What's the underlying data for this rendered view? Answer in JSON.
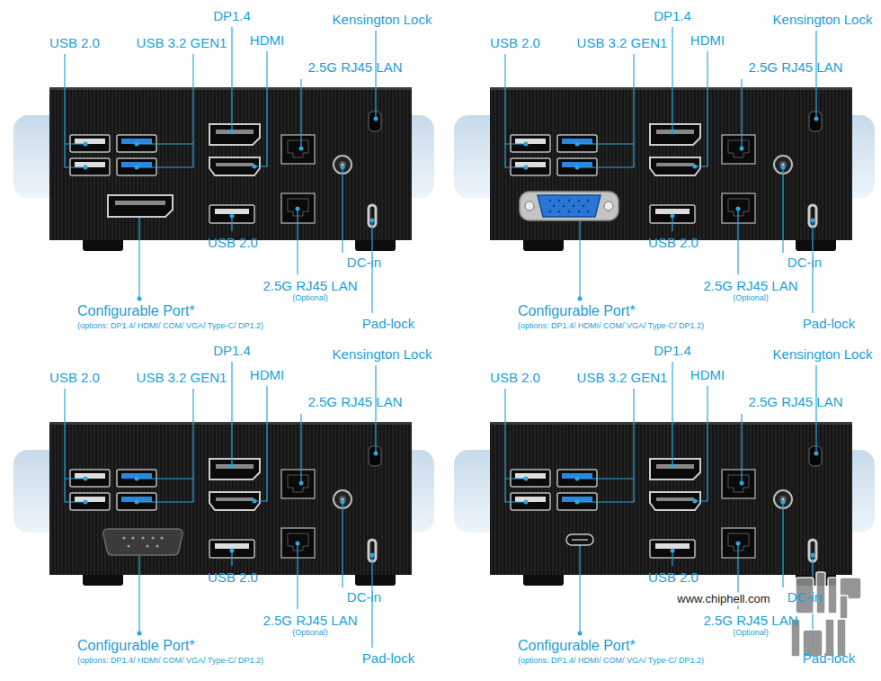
{
  "diagram": {
    "labels": [
      "DP1.4",
      "Kensington Lock",
      "USB 2.0",
      "USB 3.2 GEN1",
      "HDMI",
      "2.5G RJ45 LAN",
      "USB 2.0",
      "DC-in",
      "2.5G RJ45 LAN",
      "(Optional)",
      "Pad-lock",
      "Configurable Port*",
      "(options: DP1.4/ HDMI/ COM/ VGA/ Type-C/ DP1.2)",
      "DP1.4",
      "Kensington Lock",
      "USB 2.0",
      "USB 3.2 GEN1",
      "HDMI",
      "2.5G RJ45 LAN",
      "USB 2.0",
      "DC-in",
      "2.5G RJ45 LAN",
      "(Optional)",
      "Pad-lock",
      "Configurable Port*",
      "(options: DP1.4/ HDMI/ COM/ VGA/ Type-C/ DP1.2)",
      "DP1.4",
      "Kensington Lock",
      "USB 2.0",
      "USB 3.2 GEN1",
      "HDMI",
      "2.5G RJ45 LAN",
      "USB 2.0",
      "DC-in",
      "2.5G RJ45 LAN",
      "(Optional)",
      "Pad-lock",
      "Configurable Port*",
      "(options: DP1.4/ HDMI/ COM/ VGA/ Type-C/ DP1.2)",
      "DP1.4",
      "Kensington Lock",
      "USB 2.0",
      "USB 3.2 GEN1",
      "HDMI",
      "2.5G RJ45 LAN",
      "USB 2.0",
      "DC-in",
      "2.5G RJ45 LAN",
      "(Optional)",
      "Pad-lock",
      "Configurable Port*",
      "(options: DP1.4/ HDMI/ COM/ VGA/ Type-C/ DP1.2)",
      "www.chiphell.com"
    ]
  }
}
